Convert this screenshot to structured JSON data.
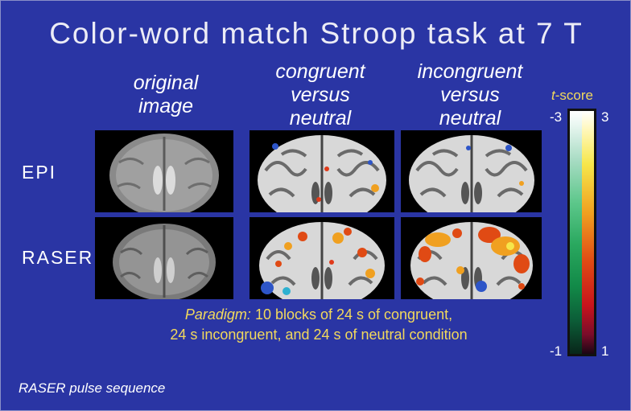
{
  "title": "Color-word match Stroop task at 7 T",
  "columns": {
    "original": [
      "original",
      "image"
    ],
    "congruent": [
      "congruent",
      "versus",
      "neutral"
    ],
    "incongruent": [
      "incongruent",
      "versus",
      "neutral"
    ]
  },
  "rows": {
    "epi": "EPI",
    "raser": "RASER"
  },
  "colorbar": {
    "label_prefix": "t",
    "label_suffix": "-score",
    "neg_top": "-3",
    "pos_top": "3",
    "neg_bottom": "-1",
    "pos_bottom": "1"
  },
  "paradigm": {
    "label": "Paradigm:",
    "line1": " 10 blocks of 24 s of congruent,",
    "line2": "24 s incongruent,  and 24 s of neutral condition"
  },
  "footnote": "RASER  pulse sequence",
  "colors": {
    "background": "#2a35a4",
    "accent_text": "#f2d95c"
  }
}
